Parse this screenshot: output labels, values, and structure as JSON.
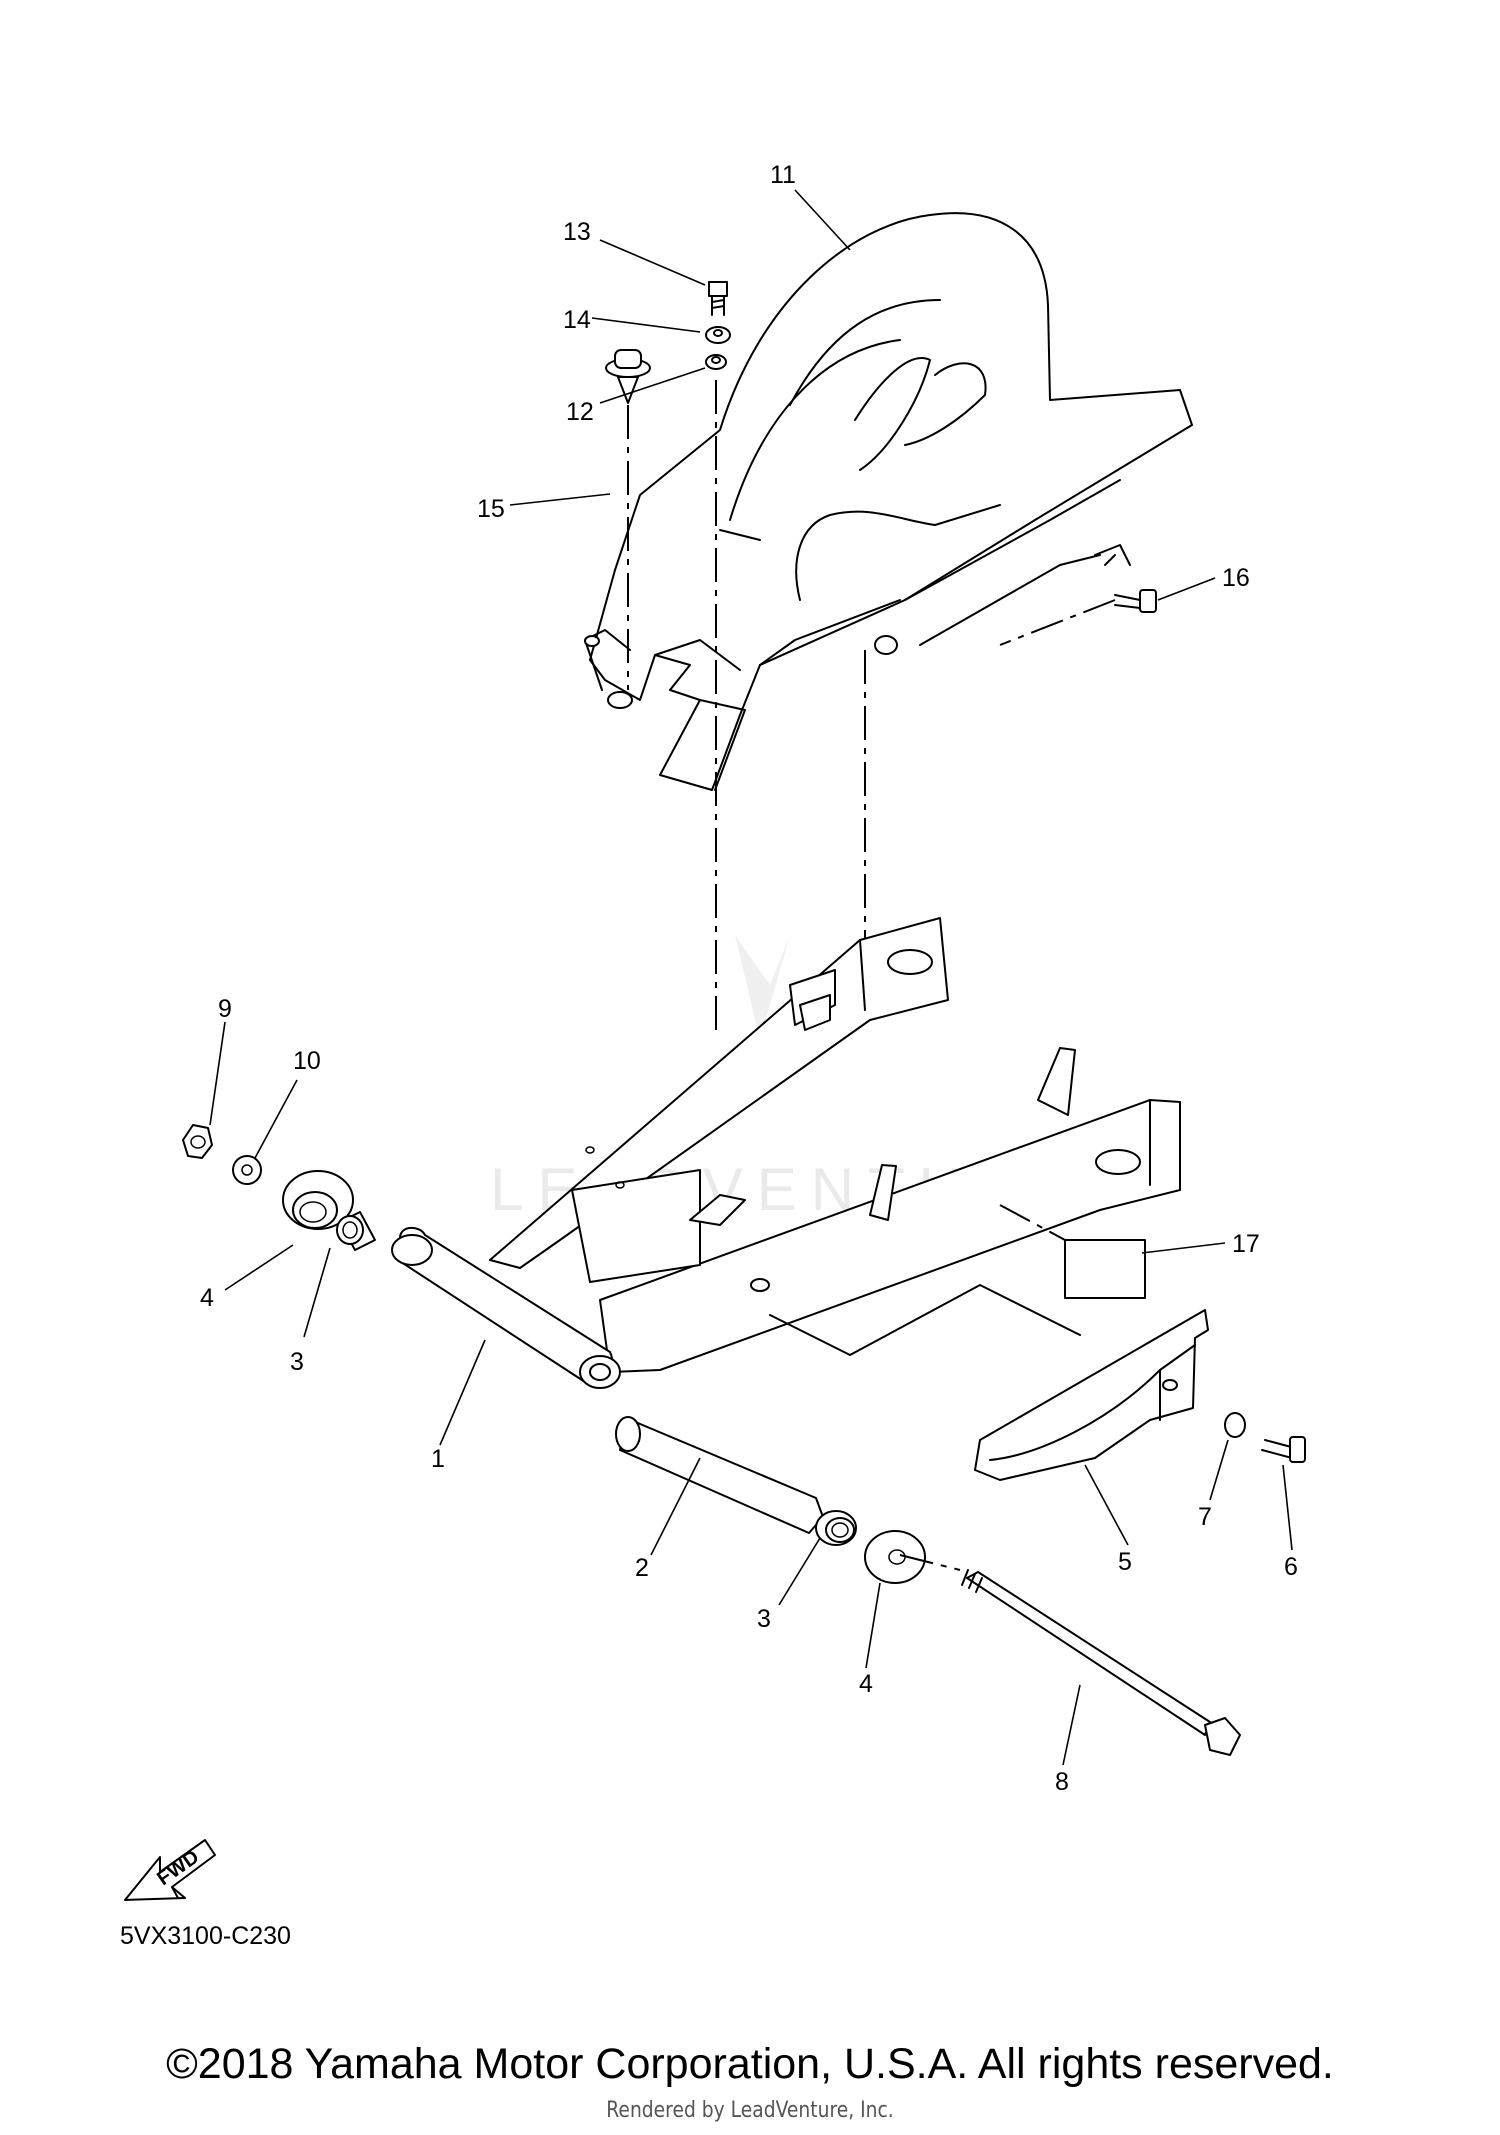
{
  "diagram": {
    "callouts": {
      "c1": "1",
      "c2": "2",
      "c3a": "3",
      "c3b": "3",
      "c4a": "4",
      "c4b": "4",
      "c5": "5",
      "c6": "6",
      "c7": "7",
      "c8": "8",
      "c9": "9",
      "c10": "10",
      "c11": "11",
      "c12": "12",
      "c13": "13",
      "c14": "14",
      "c15": "15",
      "c16": "16",
      "c17": "17"
    },
    "fwd_badge": "FWD",
    "code": "5VX3100-C230",
    "watermark": "LEADVENTURE"
  },
  "footer": {
    "copyright": "©2018 Yamaha Motor Corporation, U.S.A. All rights reserved.",
    "rendered_by": "Rendered by LeadVenture, Inc."
  }
}
